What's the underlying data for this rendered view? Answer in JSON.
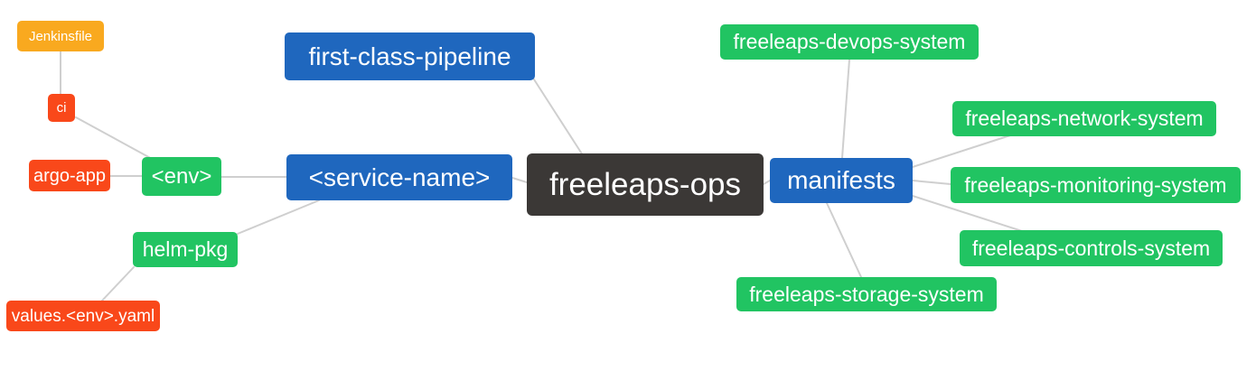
{
  "palette": {
    "root_bg": "#3b3836",
    "branch_bg": "#1f67be",
    "leaf_green_bg": "#21c462",
    "leaf_red_bg": "#f9481a",
    "leaf_orange_bg": "#f9a91f",
    "edge_line": "#cfcfcf",
    "node_text": "#ffffff",
    "canvas_bg": "#ffffff"
  },
  "mindmap": {
    "type": "mindmap-diagram",
    "root": "freeleaps-ops",
    "nodes": [
      {
        "id": "jenkinsfile",
        "label": "Jenkinsfile",
        "role": "leaf-orange"
      },
      {
        "id": "ci",
        "label": "ci",
        "role": "leaf-red"
      },
      {
        "id": "argo-app",
        "label": "argo-app",
        "role": "leaf-red"
      },
      {
        "id": "env",
        "label": "<env>",
        "role": "leaf-green"
      },
      {
        "id": "helm-pkg",
        "label": "helm-pkg",
        "role": "leaf-green"
      },
      {
        "id": "values-env-yaml",
        "label": "values.<env>.yaml",
        "role": "leaf-red"
      },
      {
        "id": "first-class-pipeline",
        "label": "first-class-pipeline",
        "role": "branch-blue"
      },
      {
        "id": "service-name",
        "label": "<service-name>",
        "role": "branch-blue"
      },
      {
        "id": "freeleaps-ops",
        "label": "freeleaps-ops",
        "role": "root-dark"
      },
      {
        "id": "manifests",
        "label": "manifests",
        "role": "branch-blue"
      },
      {
        "id": "devops-system",
        "label": "freeleaps-devops-system",
        "role": "leaf-green"
      },
      {
        "id": "network-system",
        "label": "freeleaps-network-system",
        "role": "leaf-green"
      },
      {
        "id": "monitoring-system",
        "label": "freeleaps-monitoring-system",
        "role": "leaf-green"
      },
      {
        "id": "controls-system",
        "label": "freeleaps-controls-system",
        "role": "leaf-green"
      },
      {
        "id": "storage-system",
        "label": "freeleaps-storage-system",
        "role": "leaf-green"
      }
    ],
    "edges": [
      {
        "from": "jenkinsfile",
        "to": "ci"
      },
      {
        "from": "ci",
        "to": "env"
      },
      {
        "from": "argo-app",
        "to": "env"
      },
      {
        "from": "env",
        "to": "service-name"
      },
      {
        "from": "helm-pkg",
        "to": "service-name"
      },
      {
        "from": "values-env-yaml",
        "to": "helm-pkg"
      },
      {
        "from": "first-class-pipeline",
        "to": "freeleaps-ops"
      },
      {
        "from": "service-name",
        "to": "freeleaps-ops"
      },
      {
        "from": "freeleaps-ops",
        "to": "manifests"
      },
      {
        "from": "manifests",
        "to": "devops-system"
      },
      {
        "from": "manifests",
        "to": "network-system"
      },
      {
        "from": "manifests",
        "to": "monitoring-system"
      },
      {
        "from": "manifests",
        "to": "controls-system"
      },
      {
        "from": "manifests",
        "to": "storage-system"
      }
    ]
  }
}
